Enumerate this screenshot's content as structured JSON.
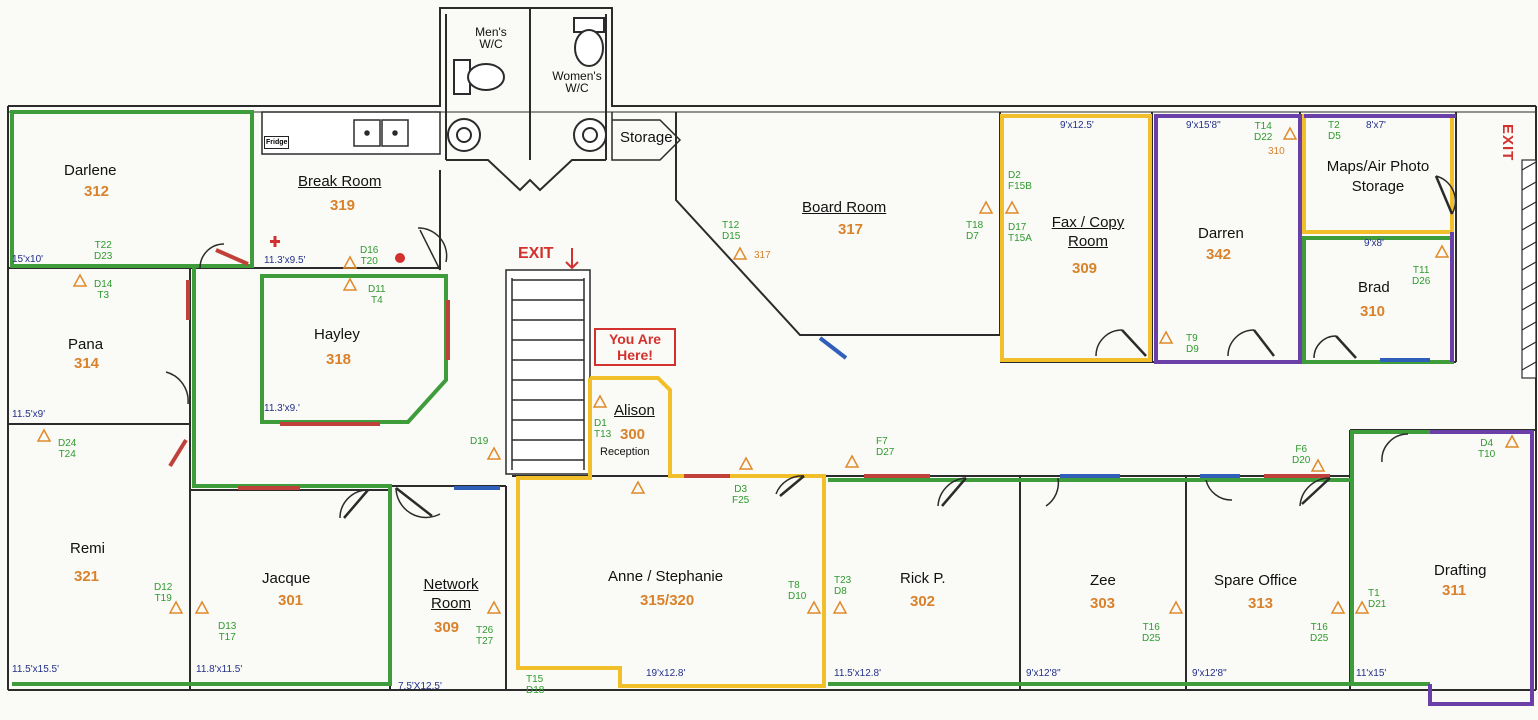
{
  "exits": {
    "main": "EXIT",
    "side": "EXIT"
  },
  "marker": {
    "you_are_here": "You Are Here!"
  },
  "fixtures": {
    "fridge": "Fridge"
  },
  "rooms": {
    "darlene": {
      "name": "Darlene",
      "number": "312",
      "dim": "15'x10'",
      "codes": [
        "T22",
        "D23"
      ]
    },
    "pana": {
      "name": "Pana",
      "number": "314",
      "dim": "11.5'x9'",
      "codes": [
        "D14",
        "T3"
      ]
    },
    "remi": {
      "name": "Remi",
      "number": "321",
      "dim": "11.5'x15.5'",
      "codes": [
        "D24",
        "T24"
      ]
    },
    "break_room": {
      "name": "Break Room",
      "number": "319",
      "dim": "11.3'x9.5'",
      "codes": [
        "D16",
        "T20"
      ]
    },
    "hayley": {
      "name": "Hayley",
      "number": "318",
      "dim": "11.3'x9.'",
      "codes": [
        "D11",
        "T4"
      ]
    },
    "jacque": {
      "name": "Jacque",
      "number": "301",
      "dim": "11.8'x11.5'",
      "codes_a": [
        "D12",
        "T19"
      ],
      "codes_b": [
        "D13",
        "T17"
      ]
    },
    "network_room": {
      "name": "Network",
      "name2": "Room",
      "number": "309",
      "dim": "7.5'X12.5'",
      "codes": [
        "T26",
        "T27"
      ]
    },
    "mens_wc": {
      "name": "Men's",
      "name2": "W/C"
    },
    "womens_wc": {
      "name": "Women's",
      "name2": "W/C"
    },
    "storage": {
      "name": "Storage"
    },
    "board_room": {
      "name": "Board Room",
      "number": "317",
      "codes": [
        "T12",
        "D15"
      ],
      "tag": "317"
    },
    "fax_copy": {
      "name": "Fax / Copy",
      "name2": "Room",
      "number": "309",
      "dim": "9'x12.5'",
      "codes_a": [
        "D2",
        "F15B"
      ],
      "codes_b": [
        "D17",
        "T15A"
      ],
      "codes_c": [
        "T18",
        "D7"
      ]
    },
    "darren": {
      "name": "Darren",
      "number": "342",
      "dim": "9'x15'8\"",
      "codes_a": [
        "T14",
        "D22"
      ],
      "tag": "310",
      "codes_b": [
        "T9",
        "D9"
      ]
    },
    "maps": {
      "name": "Maps/Air Photo",
      "name2": "Storage",
      "dim": "8'x7'",
      "codes": [
        "T2",
        "D5"
      ]
    },
    "brad": {
      "name": "Brad",
      "number": "310",
      "dim": "9'x8'",
      "codes": [
        "T11",
        "D26"
      ]
    },
    "alison": {
      "name": "Alison",
      "number": "300",
      "sub": "Reception",
      "codes": [
        "D1",
        "T13"
      ]
    },
    "corridor": {
      "codes_a": [
        "D19"
      ],
      "codes_b": [
        "D3",
        "F25"
      ],
      "codes_c": [
        "F7",
        "D27"
      ],
      "codes_d": [
        "F6",
        "D20"
      ],
      "codes_e": [
        "D4",
        "T10"
      ]
    },
    "anne_stephanie": {
      "name": "Anne / Stephanie",
      "number": "315/320",
      "dim": "19'x12.8'",
      "codes_a": [
        "T8",
        "D10"
      ],
      "codes_b": [
        "T15",
        "D18"
      ]
    },
    "rick": {
      "name": "Rick P.",
      "number": "302",
      "dim": "11.5'x12.8'",
      "codes": [
        "T23",
        "D8"
      ]
    },
    "zee": {
      "name": "Zee",
      "number": "303",
      "dim": "9'x12'8\"",
      "codes": [
        "T16",
        "D25"
      ]
    },
    "spare": {
      "name": "Spare Office",
      "number": "313",
      "dim": "9'x12'8\"",
      "codes": [
        "T16",
        "D25"
      ]
    },
    "drafting": {
      "name": "Drafting",
      "number": "311",
      "dim": "11'x15'",
      "codes": [
        "T1",
        "D21"
      ]
    }
  },
  "colors": {
    "wall": "#2b2b2b",
    "green_zone": "#3f9c3a",
    "yellow_zone": "#f0bf2a",
    "purple_zone": "#6a3fa8",
    "red_wall": "#c0413a",
    "blue_wall": "#2f5fb8",
    "marker": "#e08a2a"
  }
}
